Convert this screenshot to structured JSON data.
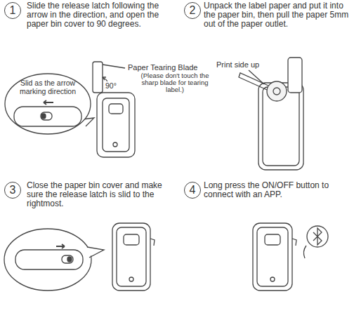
{
  "diagram": {
    "nodes": [
      {
        "text": [
          "1"
        ]
      },
      {
        "text": [
          "Slid as the arrow marking direction"
        ]
      },
      {
        "text": [
          "2"
        ]
      },
      {
        "text": [
          "3"
        ]
      },
      {
        "text": [
          "4"
        ]
      }
    ],
    "labels": [
      "Slide the release latch following the arrow in the direction, and open the paper bin cover to 90 degrees.",
      "Paper Tearing Blade",
      "(Please don't touch the sharp blade for tearing label.)",
      "90°",
      "Unpack the label paper and put it into the paper bin, then pull the paper 5mm out of the paper outlet.",
      "Print side up",
      "Close the paper bin cover and make sure the release latch is slid to the rightmost.",
      "Long press the ON/OFF button to connect with an APP."
    ]
  }
}
